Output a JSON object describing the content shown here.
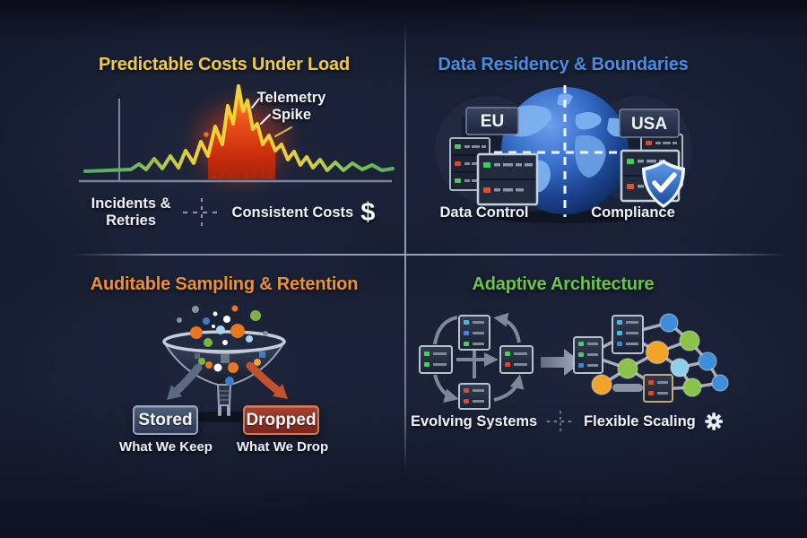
{
  "meta": {
    "kind": "feature-infographic",
    "layout": "2x2-quadrants"
  },
  "colors": {
    "background": "#151b2e",
    "divider": "#9aa4b9",
    "title_costs": "#eec94e",
    "title_residency": "#4a8ce0",
    "title_sampling": "#ea9138",
    "title_architecture": "#6cc24a",
    "text": "#eef2f7",
    "line_green": "#58b368",
    "line_yellow": "#f2cd30",
    "spike_fill_red": "#d63a12",
    "stored_badge": "#3e4c68",
    "dropped_badge": "#8c3226",
    "node_blue": "#3d8fd9",
    "node_green": "#8bc34a",
    "node_orange": "#f2a32a",
    "node_lightblue": "#8fd0e8",
    "shield_blue": "#2f6fc4"
  },
  "quadrants": {
    "costs": {
      "title": "Predictable Costs Under Load",
      "annotation_lines": [
        "Telemetry",
        "Spike"
      ],
      "label_left_lines": [
        "Incidents &",
        "Retries"
      ],
      "label_right": "Consistent Costs",
      "currency_symbol": "$",
      "icons": [
        "dollar-icon"
      ]
    },
    "residency": {
      "title": "Data Residency & Boundaries",
      "region_left": "EU",
      "region_right": "USA",
      "label_left": "Data Control",
      "label_right": "Compliance",
      "icons": [
        "globe-icon",
        "server-rack-icon",
        "shield-check-icon"
      ]
    },
    "sampling": {
      "title": "Auditable Sampling & Retention",
      "badge_left": "Stored",
      "badge_right": "Dropped",
      "label_left": "What We Keep",
      "label_right": "What We Drop",
      "icons": [
        "funnel-icon",
        "arrow-left-icon",
        "arrow-right-icon"
      ]
    },
    "architecture": {
      "title": "Adaptive Architecture",
      "label_left": "Evolving Systems",
      "label_right": "Flexible Scaling",
      "icons": [
        "cycle-diagram-icon",
        "big-arrow-icon",
        "mesh-network-icon",
        "gear-icon"
      ]
    }
  }
}
